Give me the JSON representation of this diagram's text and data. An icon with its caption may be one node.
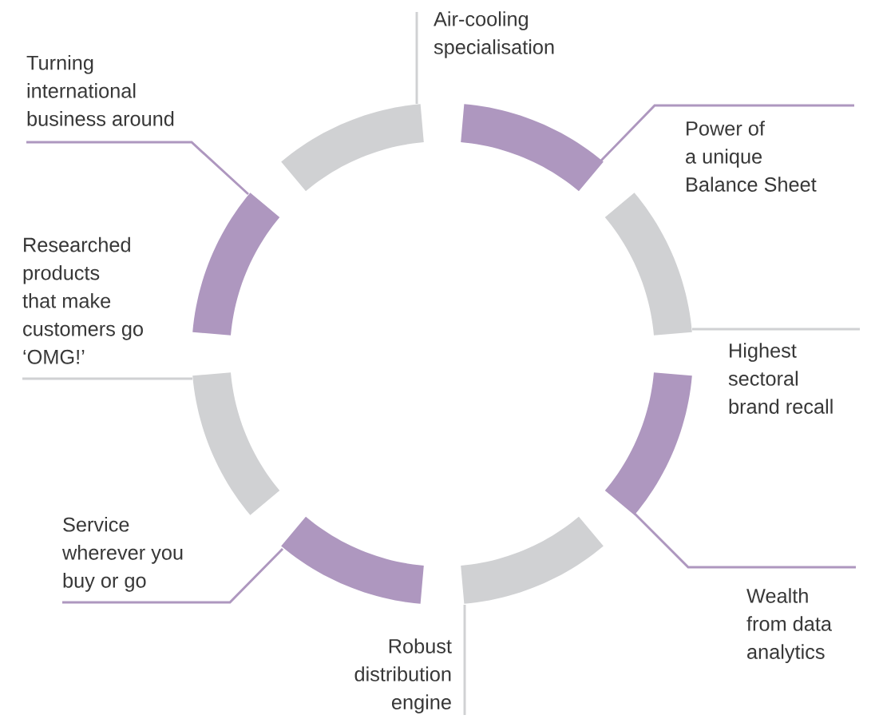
{
  "diagram": {
    "nodes": [
      {
        "text": [
          "Air-cooling specialisation"
        ]
      },
      {
        "text": [
          "Power of a unique Balance Sheet"
        ]
      },
      {
        "text": [
          "Highest sectoral brand recall"
        ]
      },
      {
        "text": [
          "Wealth from data analytics"
        ]
      },
      {
        "text": [
          "Robust distribution engine"
        ]
      },
      {
        "text": [
          "Service wherever you buy or go"
        ]
      },
      {
        "text": [
          "Researched products that make customers go ‘OMG!’"
        ]
      },
      {
        "text": [
          "Turning international business around"
        ]
      },
      {
        "text": [],
        "shape": "arc"
      },
      {
        "text": [],
        "shape": "arc"
      },
      {
        "text": [],
        "shape": "arc"
      },
      {
        "text": [],
        "shape": "arc"
      },
      {
        "text": [],
        "shape": "arc"
      },
      {
        "text": [],
        "shape": "arc"
      },
      {
        "text": [],
        "shape": "arc"
      },
      {
        "text": [],
        "shape": "arc"
      }
    ],
    "edges": [
      {
        "from": 0,
        "to": 8,
        "arrow": "none",
        "color": "#d0d1d3"
      },
      {
        "from": 1,
        "to": 9,
        "arrow": "none",
        "color": "#ae97bf"
      },
      {
        "from": 2,
        "to": 10,
        "arrow": "none",
        "color": "#d0d1d3"
      },
      {
        "from": 3,
        "to": 11,
        "arrow": "none",
        "color": "#ae97bf"
      },
      {
        "from": 4,
        "to": 12,
        "arrow": "none",
        "color": "#d0d1d3"
      },
      {
        "from": 5,
        "to": 13,
        "arrow": "none",
        "color": "#ae97bf"
      },
      {
        "from": 6,
        "to": 14,
        "arrow": "none",
        "color": "#d0d1d3"
      },
      {
        "from": 7,
        "to": 15,
        "arrow": "none",
        "color": "#ae97bf"
      }
    ]
  }
}
